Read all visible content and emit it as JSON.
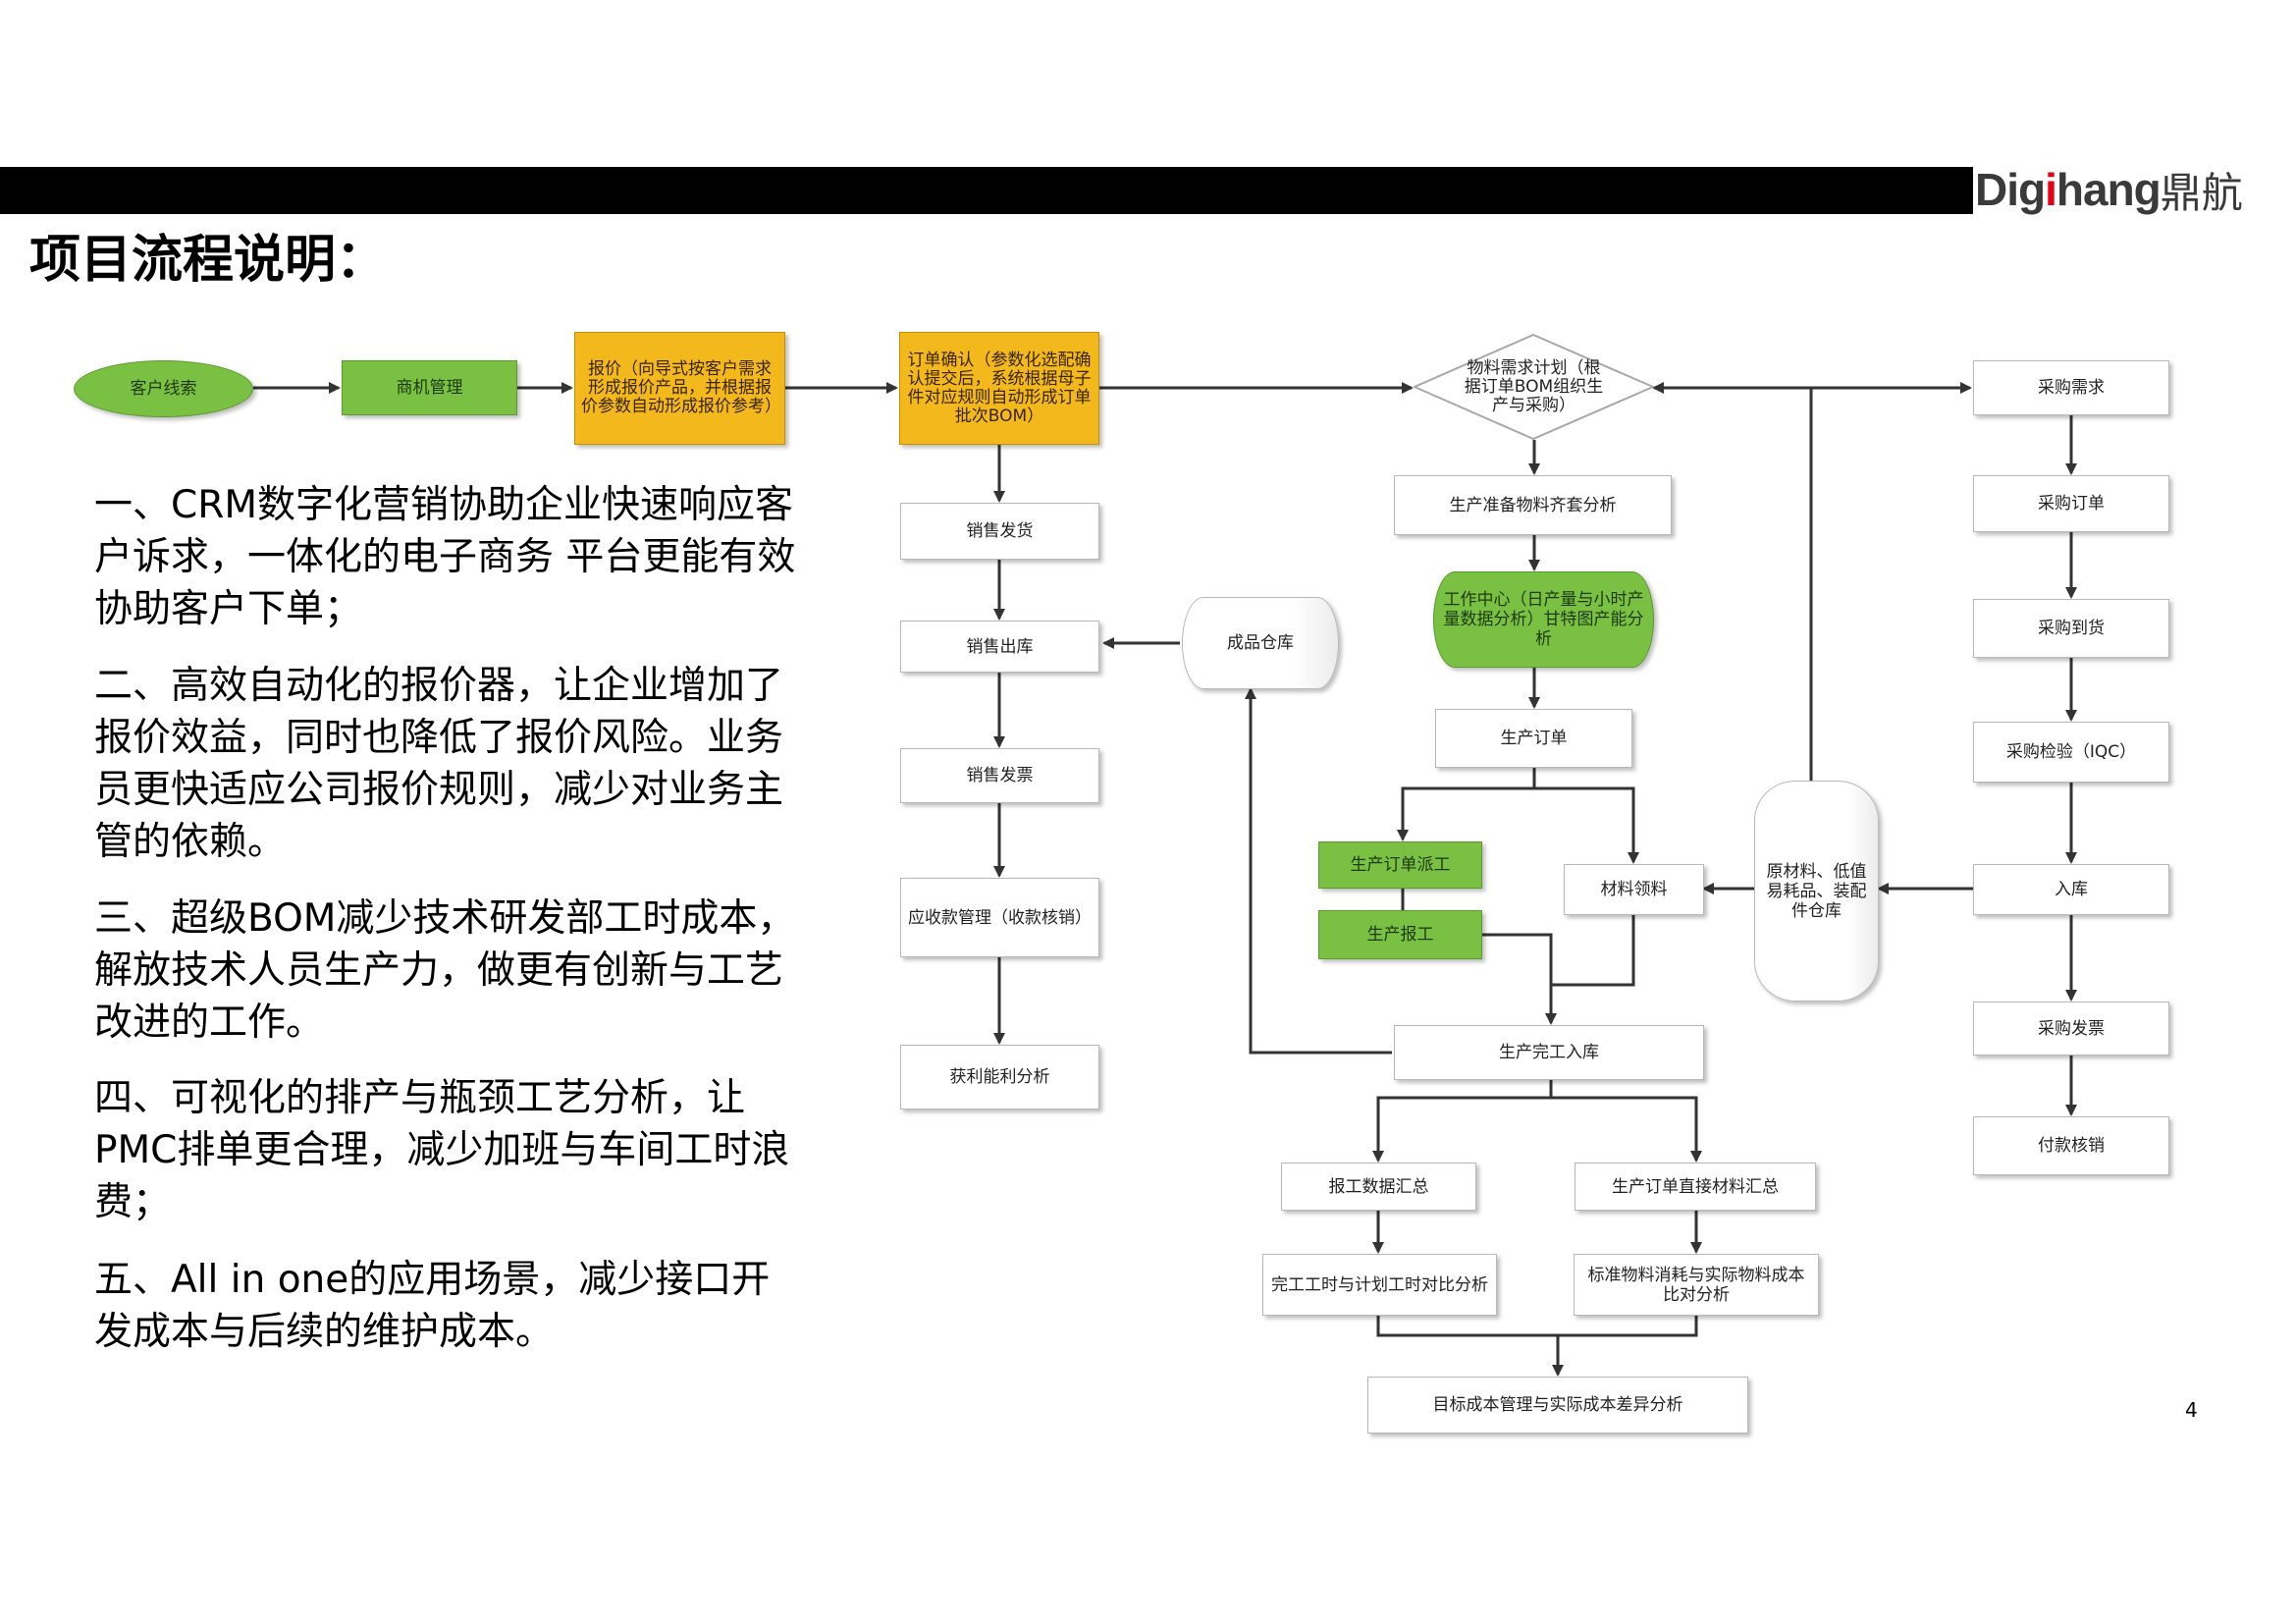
{
  "page": {
    "title": "项目流程说明：",
    "logo": {
      "latin_a": "Dig",
      "latin_b": "hang",
      "chinese": "鼎航"
    },
    "page_number": "4"
  },
  "paragraphs": [
    "一、CRM数字化营销协助企业快速响应客户诉求，一体化的电子商务 平台更能有效协助客户下单；",
    "二、高效自动化的报价器，让企业增加了报价效益，同时也降低了报价风险。业务员更快适应公司报价规则，减少对业务主管的依赖。",
    "三、超级BOM减少技术研发部工时成本，解放技术人员生产力，做更有创新与工艺改进的工作。",
    "四、可视化的排产与瓶颈工艺分析，让PMC排单更合理，减少加班与车间工时浪费；",
    "五、All in one的应用场景，减少接口开发成本与后续的维护成本。"
  ],
  "flow": {
    "customer_lead": "客户线索",
    "opportunity": "商机管理",
    "quote": "报价（向导式按客户需求形成报价产品，并根据报价参数自动形成报价参考）",
    "order_confirm": "订单确认（参数化选配确认提交后，系统根据母子件对应规则自动形成订单批次BOM）",
    "mrp": "物料需求计划（根据订单BOM组织生产与采购）",
    "sales_ship": "销售发货",
    "sales_out": "销售出库",
    "sales_invoice": "销售发票",
    "receivable": "应收款管理（收款核销）",
    "profit": "获利能利分析",
    "finished_wh": "成品仓库",
    "prod_prep": "生产准备物料齐套分析",
    "work_center": "工作中心（日产量与小时产量数据分析）甘特图产能分析",
    "prod_order": "生产订单",
    "dispatch": "生产订单派工",
    "report": "生产报工",
    "material_issue": "材料领料",
    "raw_wh": "原材料、低值易耗品、装配件仓库",
    "prod_complete": "生产完工入库",
    "report_summary": "报工数据汇总",
    "direct_material": "生产订单直接材料汇总",
    "hours_compare": "完工工时与计划工时对比分析",
    "std_material": "标准物料消耗与实际物料成本比对分析",
    "target_cost": "目标成本管理与实际成本差异分析",
    "purchase_req": "采购需求",
    "purchase_order": "采购订单",
    "purchase_arrival": "采购到货",
    "purchase_iqc": "采购检验（IQC）",
    "stock_in": "入库",
    "purchase_invoice": "采购发票",
    "payment": "付款核销"
  },
  "colors": {
    "green": "#7ac143",
    "orange": "#f2b81c",
    "bar": "#000000",
    "logo_red": "#e60012"
  }
}
